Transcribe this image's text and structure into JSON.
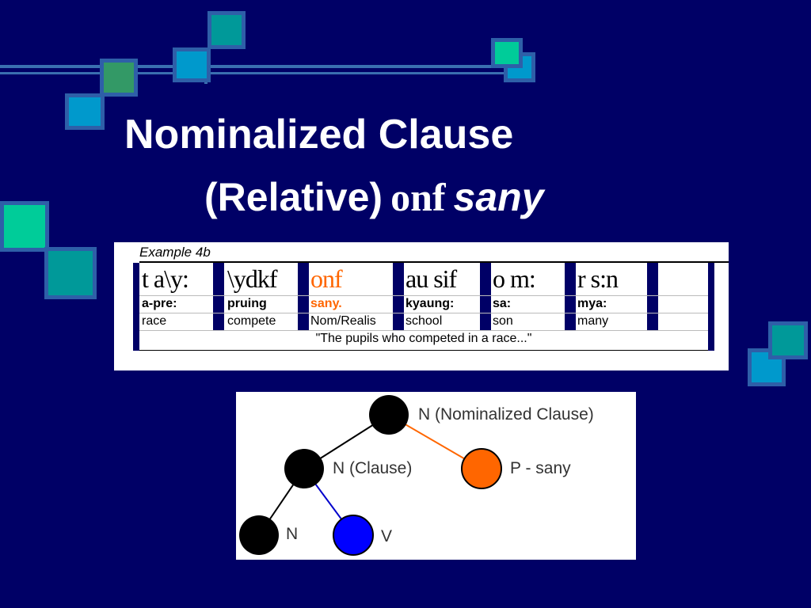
{
  "slide": {
    "title_line1": "Nominalized Clause",
    "title_line2_prefix": "(Relative)",
    "title_line2_glyph": "onf",
    "title_line2_word": "sany"
  },
  "example": {
    "label": "Example 4b",
    "columns": [
      {
        "script": "t a\\y:",
        "roman": "a-pre:",
        "gloss": "race"
      },
      {
        "script": "\\ydkf",
        "roman": "pruing",
        "gloss": "compete"
      },
      {
        "script": "onf",
        "roman": "sany.",
        "gloss": "Nom/Realis"
      },
      {
        "script": "au sif",
        "roman": "kyaung:",
        "gloss": "school"
      },
      {
        "script": "o m:",
        "roman": "sa:",
        "gloss": "son"
      },
      {
        "script": "r s:n",
        "roman": "mya:",
        "gloss": "many"
      }
    ],
    "translation": "\"The pupils who competed in a race...\""
  },
  "tree": {
    "root_label": "N (Nominalized Clause)",
    "clause_label": "N (Clause)",
    "particle_label": "P - sany",
    "noun_label": "N",
    "verb_label": "V",
    "colors": {
      "node": "#000000",
      "particle": "#ff6600",
      "verb": "#0000ff",
      "particle_edge": "#ff6600",
      "verb_edge": "#0000cc"
    }
  },
  "theme": {
    "background": "#000066",
    "accent_teal": "#009999",
    "accent_green": "#00cc99",
    "accent_blue": "#0099cc"
  }
}
